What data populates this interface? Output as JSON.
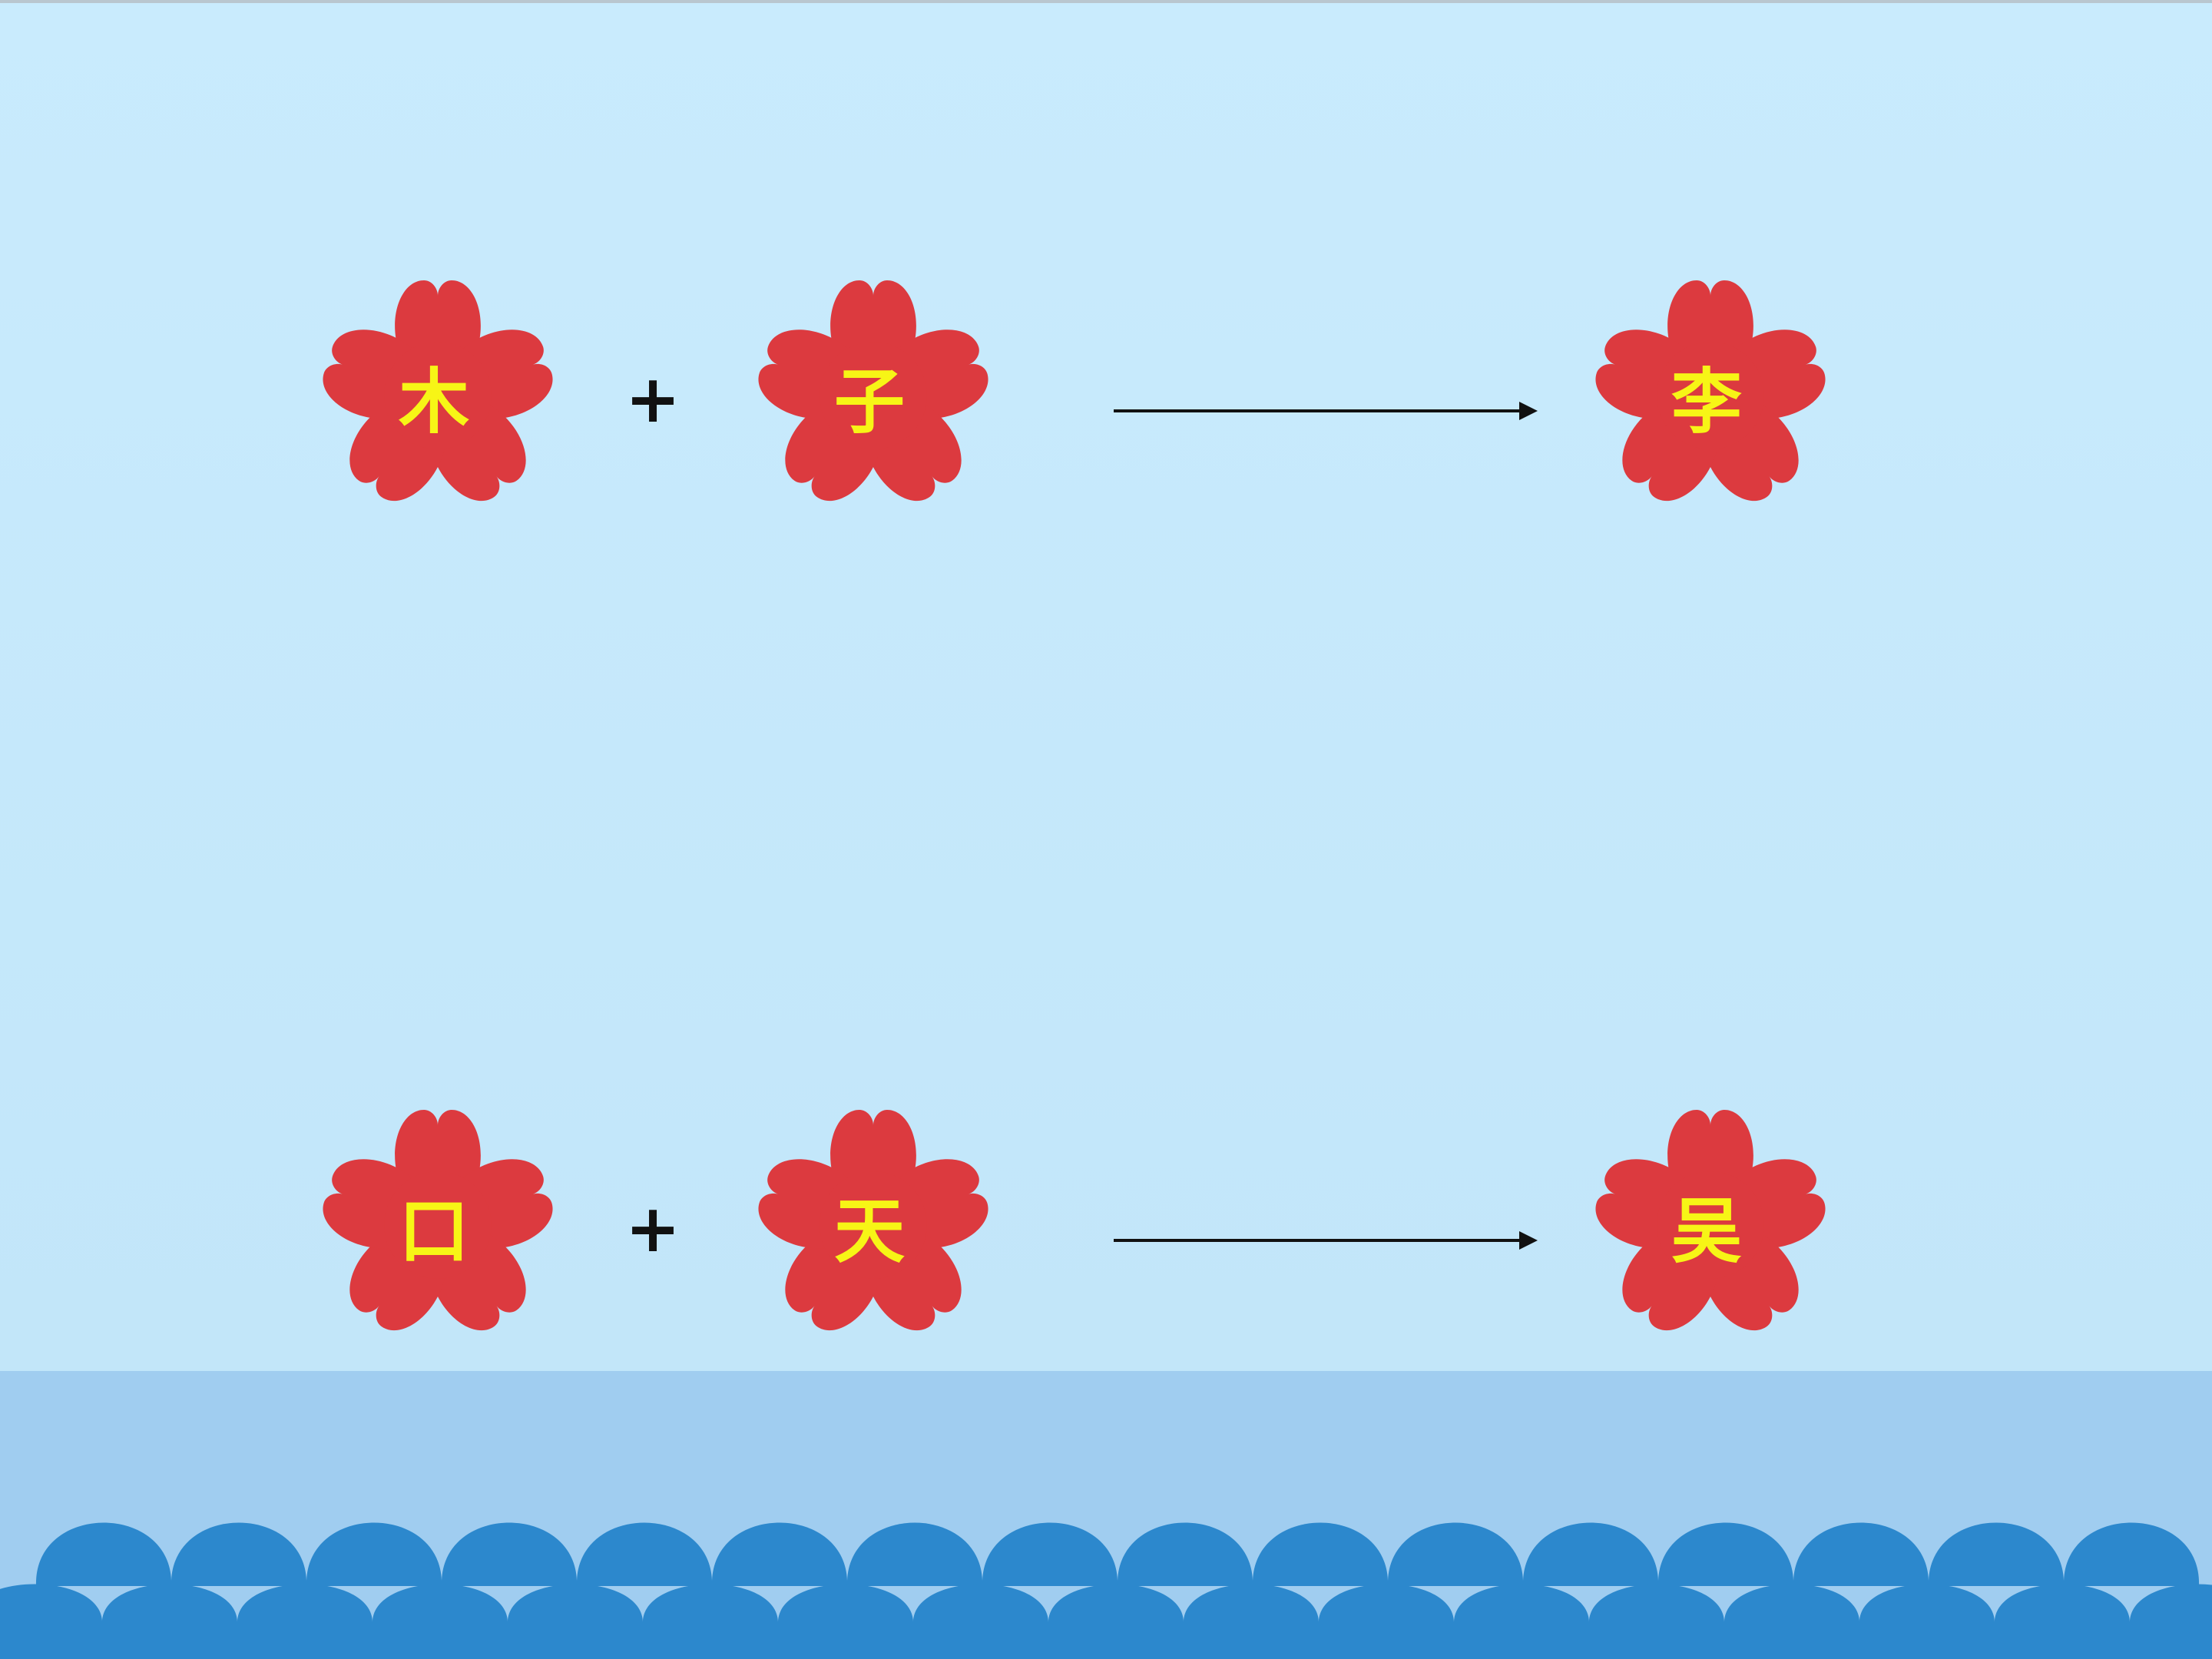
{
  "colors": {
    "sky": "#c8e9fb",
    "flower": "#dc3a3f",
    "character": "#f7f516",
    "band": "#a0cdf0",
    "wave": "#2c88cd"
  },
  "rows": [
    {
      "left": "木",
      "operator": "+",
      "right": "子",
      "result": "李"
    },
    {
      "left": "口",
      "operator": "+",
      "right": "天",
      "result": "吴"
    }
  ]
}
